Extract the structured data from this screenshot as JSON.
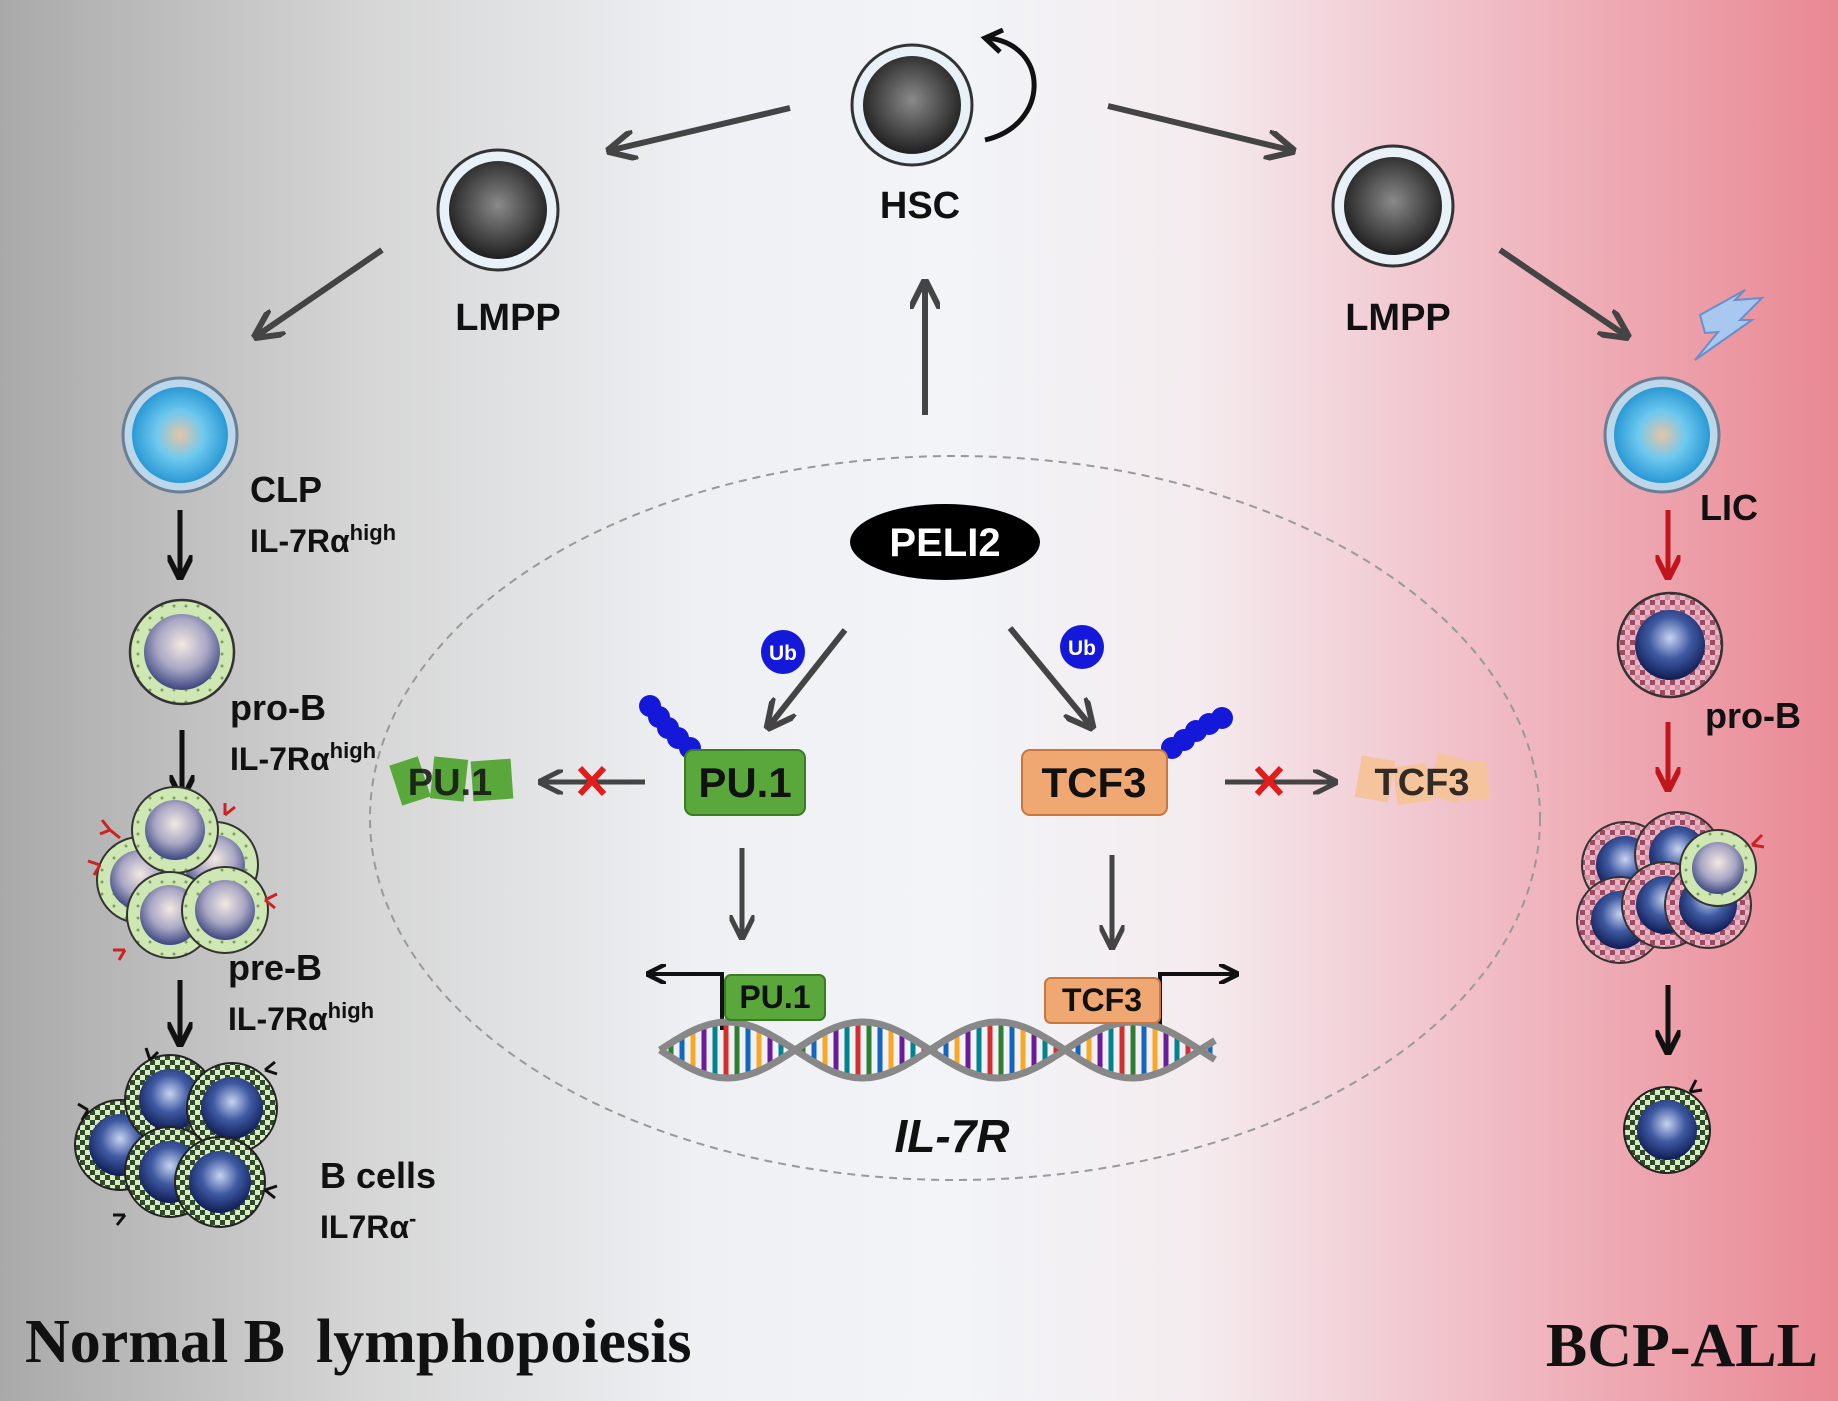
{
  "labels": {
    "hsc": "HSC",
    "lmpp_left": "LMPP",
    "lmpp_right": "LMPP",
    "clp": "CLP",
    "clp_marker": "IL-7Rα",
    "clp_marker_sup": "high",
    "prob_left": "pro-B",
    "prob_marker": "IL-7Rα",
    "prob_marker_sup": "high",
    "preb": "pre-B",
    "preb_marker": "IL-7Rα",
    "preb_marker_sup": "high",
    "bcells": "B cells",
    "bcells_marker": "IL7Rα",
    "bcells_marker_sup": "-",
    "lic": "LIC",
    "prob_right": "pro-B",
    "peli2": "PELI2",
    "ub_left": "Ub",
    "ub_right": "Ub",
    "pu1": "PU.1",
    "tcf3": "TCF3",
    "pu1_deg": "PU.1",
    "tcf3_deg": "TCF3",
    "pu1_dna": "PU.1",
    "tcf3_dna": "TCF3",
    "gene": "IL-7R",
    "title_left": "Normal B  lymphopoiesis",
    "title_right": "BCP-ALL"
  },
  "colors": {
    "arrow_dark": "#444444",
    "arrow_red": "#c0161b",
    "pu1_green": "#5aa83c",
    "tcf3_orange": "#f0a872",
    "ub_blue": "#1418d8",
    "inhibit_red": "#e21b1b",
    "bg_left": "#a9a9a9",
    "bg_right": "#e98893"
  }
}
